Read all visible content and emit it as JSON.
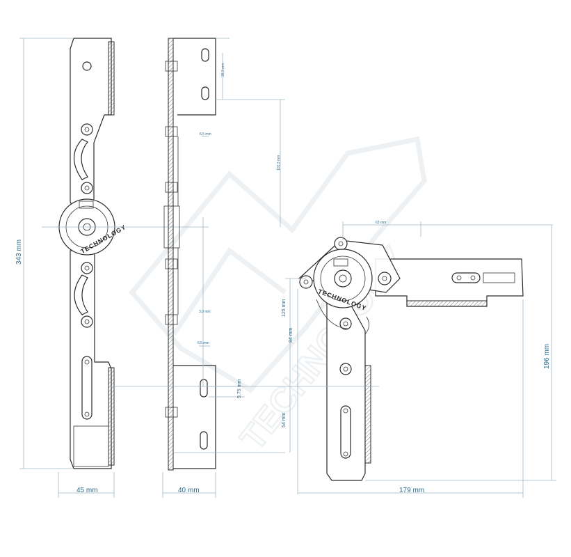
{
  "side_view": {
    "height_label": "343 mm",
    "width_label": "45 mm",
    "hub_text": "TECHNOLOGY"
  },
  "edge_view": {
    "width_label": "40 mm",
    "dim_top": "35,3 mm",
    "dim_upper_hole": "6,5 mm",
    "dim_mid": "103,3 mm",
    "dim_gap": "3,0 mm",
    "dim_lower_hole": "6,5 mm",
    "dim_slot": "9,75 mm"
  },
  "folded_view": {
    "dim_top": "63 mm",
    "dim_125": "125 mm",
    "dim_84": "84 mm",
    "dim_54": "54 mm",
    "width_label": "179 mm",
    "height_label": "196 mm",
    "hub_text": "TECHNOLOGY"
  },
  "watermark": {
    "text": "TECHNOLOGY"
  }
}
